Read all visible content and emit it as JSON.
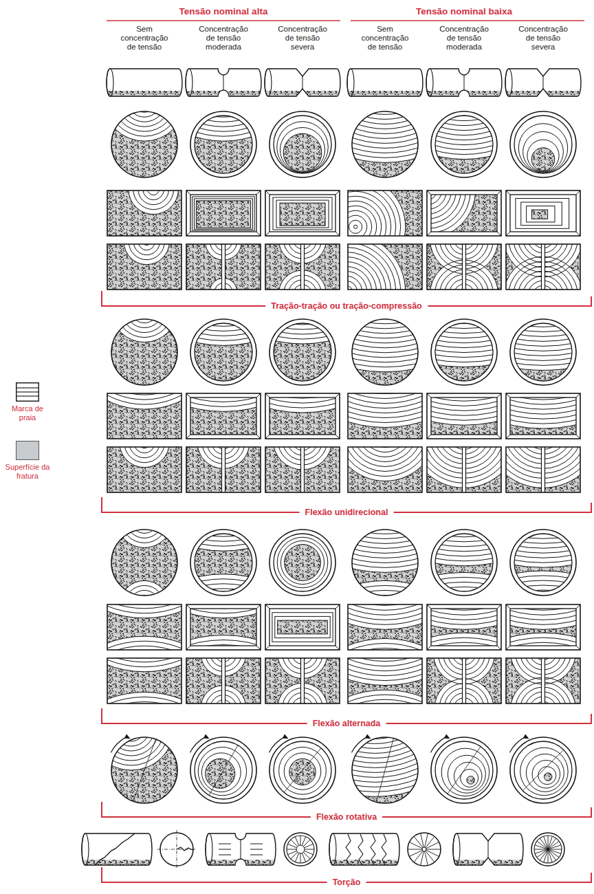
{
  "diagram": {
    "labels": [
      "Tensão nominal alta",
      "Tensão nominal baixa",
      "Sem concentração de tensão",
      "Concentração de tensão moderada",
      "Concentração de tensão severa",
      "Sem concentração de tensão",
      "Concentração de tensão moderada",
      "Concentração de tensão severa",
      "Tração-tração ou tração-compressão",
      "Flexão unidirecional",
      "Flexão alternada",
      "Flexão rotativa",
      "Torção"
    ],
    "legend": [
      {
        "text": "Marca de praia"
      },
      {
        "text": "Superfície da fratura",
        "color": "#c8cccf"
      }
    ]
  }
}
